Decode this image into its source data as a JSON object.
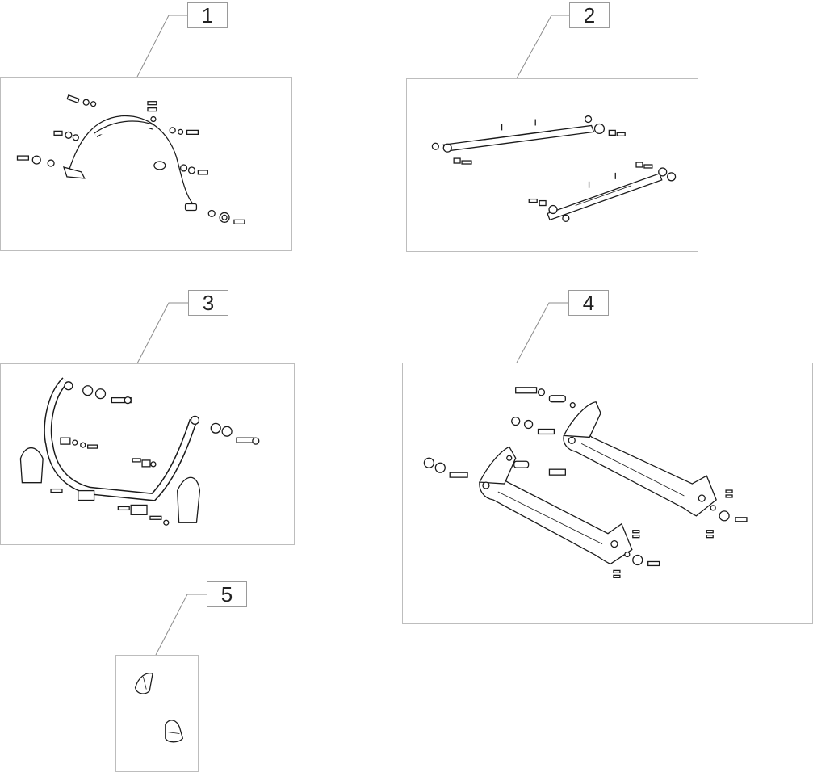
{
  "callouts": [
    {
      "id": "1",
      "label": "1"
    },
    {
      "id": "2",
      "label": "2"
    },
    {
      "id": "3",
      "label": "3"
    },
    {
      "id": "4",
      "label": "4"
    },
    {
      "id": "5",
      "label": "5"
    }
  ],
  "colors": {
    "line": "#1a1a1a",
    "panel_border": "#bdbdbd",
    "leader": "#8c8c8c"
  }
}
